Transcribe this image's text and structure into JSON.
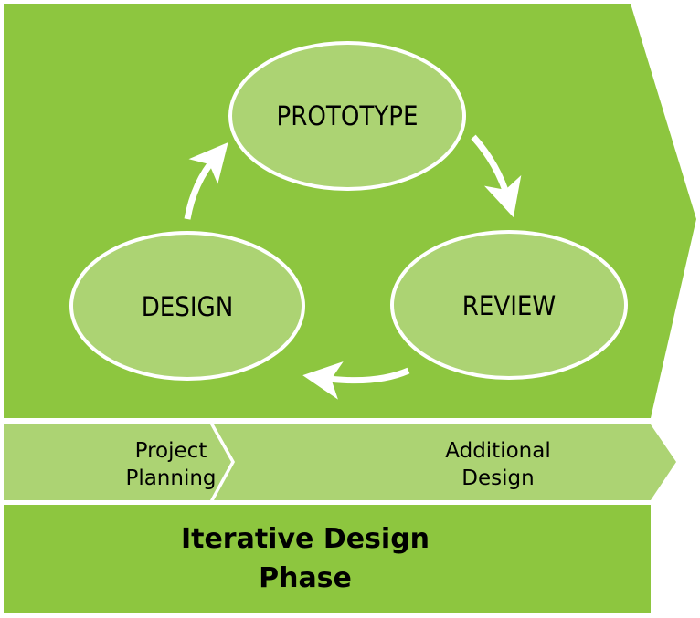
{
  "colors": {
    "dark_green": "#8dc63f",
    "light_green": "#acd373",
    "outline": "#ffffff"
  },
  "cycle": {
    "nodes": [
      {
        "label": "PROTOTYPE"
      },
      {
        "label": "REVIEW"
      },
      {
        "label": "DESIGN"
      }
    ]
  },
  "steps": [
    {
      "line1": "Project",
      "line2": "Planning"
    },
    {
      "line1": "Additional",
      "line2": "Design"
    }
  ],
  "phase": {
    "line1": "Iterative Design",
    "line2": "Phase"
  }
}
